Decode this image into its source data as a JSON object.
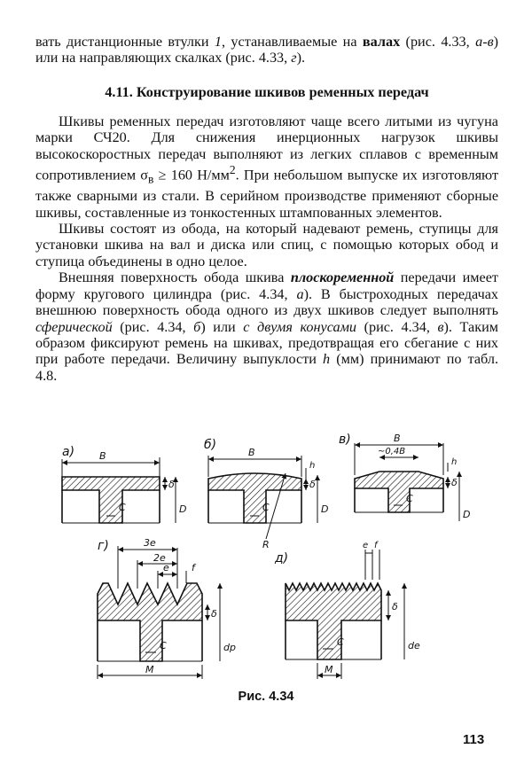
{
  "intro": {
    "part1": "вать дистанционные втулки ",
    "ref1": "1",
    "part2": ", устанавливаемые на ",
    "bold1": "валах",
    "part3": " (рис. 4.33, ",
    "ref2": "а-в",
    "part4": ") или на направляющих скалках (рис. 4.33, ",
    "ref3": "г",
    "part5": ")."
  },
  "heading": "4.11. Конструирование шкивов ременных передач",
  "p1": {
    "a": "Шкивы ременных передач изготовляют чаще всего литыми из чугуна марки СЧ20. Для снижения инерционных нагрузок шкивы высокоскоростных передач выполняют из легких сплавов с временным сопротивлением σ",
    "sub": "в",
    "b": " ≥ 160 Н/мм",
    "sup": "2",
    "c": ". При небольшом выпуске их изготовляют также сварными из стали. В серийном производстве применяют сборные шкивы, составленные из тонкостенных штампованных элементов."
  },
  "p2": "Шкивы состоят из обода, на который надевают ремень, ступицы для установки шкива на вал и диска или спиц, с помощью которых обод и ступица объединены в одно целое.",
  "p3": {
    "a": "Внешняя поверхность обода шкива ",
    "em1": "плоскоременной",
    "b": " передачи имеет форму кругового цилиндра (рис. 4.34, ",
    "r1": "а",
    "c": "). В быстроходных передачах внешнюю поверхность обода одного из двух шкивов следует выполнять ",
    "em2": "сферической",
    "d": " (рис. 4.34, ",
    "r2": "б",
    "e": ") или ",
    "em3": "с двумя конусами",
    "f": " (рис. 4.34, ",
    "r3": "в",
    "g": "). Таким образом фиксируют ремень на шкивах, предотвращая его сбегание с них при работе передачи. Величину выпуклости ",
    "h": "h",
    "i": " (мм) принимают по табл. 4.8."
  },
  "figure": {
    "panels": {
      "a": {
        "letter": "а)",
        "labels": {
          "width": "B",
          "thickness": "δ",
          "diameter": "D",
          "gap": "C"
        }
      },
      "b": {
        "letter": "б)",
        "labels": {
          "width": "B",
          "height": "h",
          "thickness": "δ",
          "diameter": "D",
          "gap": "C",
          "radius": "R"
        }
      },
      "c": {
        "letter": "в)",
        "labels": {
          "width": "B",
          "cone": "~0,4B",
          "height": "h",
          "thickness": "δ",
          "diameter": "D",
          "gap": "C"
        }
      },
      "d": {
        "letter": "г)",
        "labels": {
          "span3e": "3e",
          "span2e": "2e",
          "pitch": "e",
          "flank": "f",
          "thickness": "δ",
          "diameter": "dp",
          "gap": "C",
          "hub": "M"
        }
      },
      "e": {
        "letter": "д)",
        "labels": {
          "pitch": "e",
          "flank": "f",
          "thickness": "δ",
          "diameter": "de",
          "gap": "C",
          "hub": "M"
        }
      }
    },
    "caption": "Рис. 4.34"
  },
  "page_number": "113"
}
